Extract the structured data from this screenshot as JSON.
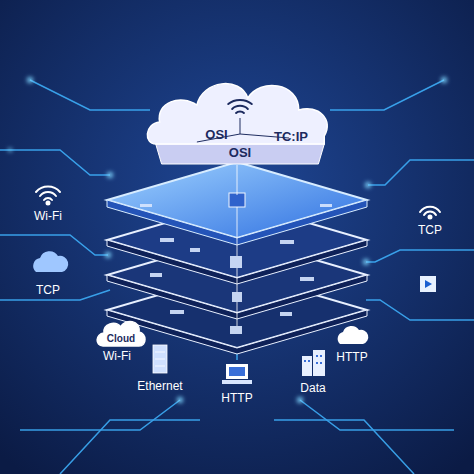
{
  "diagram": {
    "nodes": [
      {
        "text": [
          "OSI",
          "OSI",
          "TC:IP"
        ]
      },
      {
        "text": [
          "Cloud"
        ]
      }
    ],
    "labels": [
      "Wi-Fi",
      "TCP",
      "TCP",
      "Wi-Fi",
      "Ethernet",
      "HTTP",
      "Data",
      "HTTP"
    ]
  }
}
